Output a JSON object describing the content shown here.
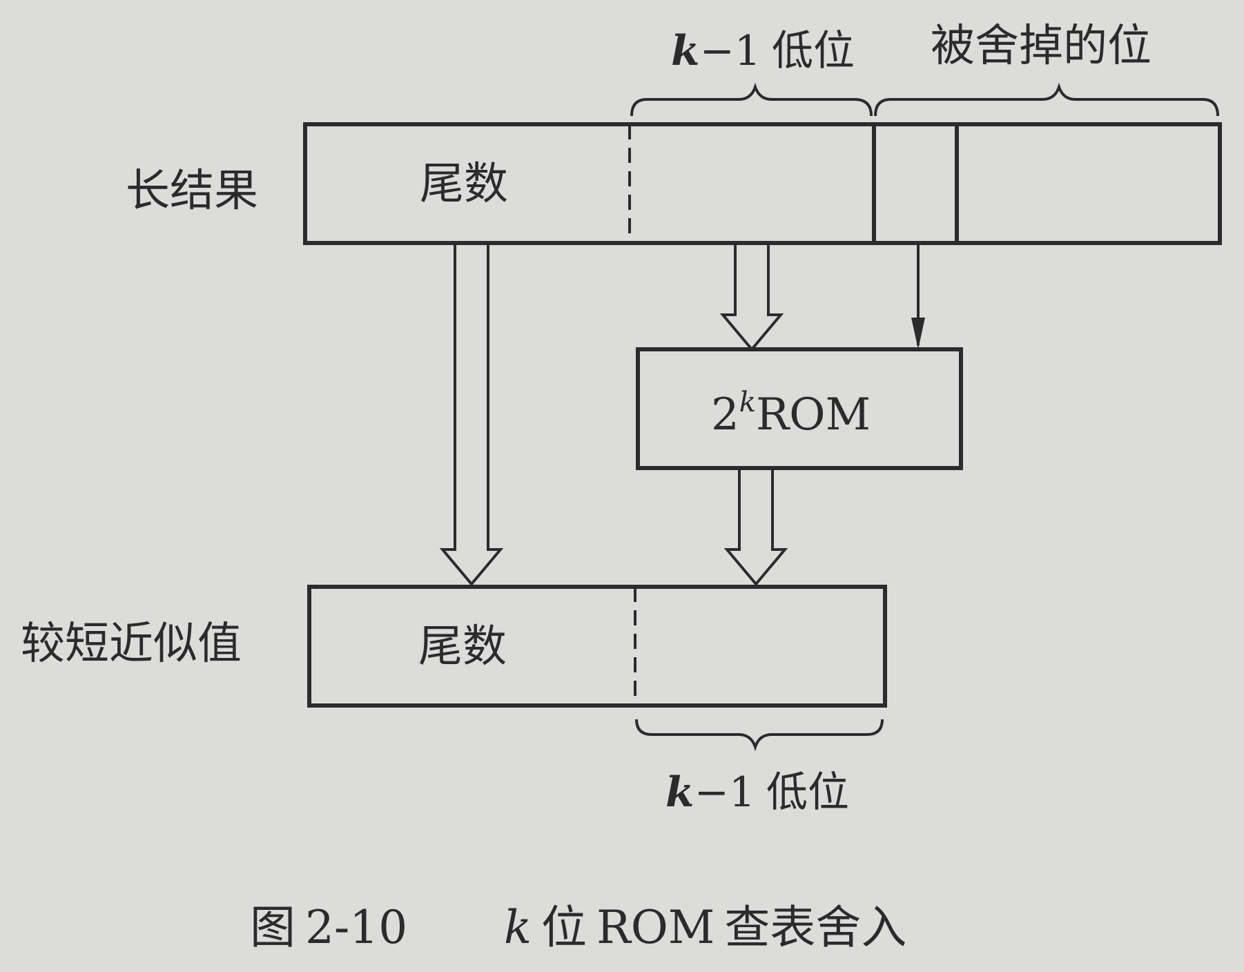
{
  "labels": {
    "long_result": "长结果",
    "shorter_approx": "较短近似值",
    "mantissa_top": "尾数",
    "mantissa_bottom": "尾数",
    "k_minus_1_top": "k−1 低位",
    "discarded_bits": "被舍掉的位",
    "k_minus_1_bottom": "k−1 低位",
    "rom_box": "2ᵏROM"
  },
  "caption": {
    "figure_no": "图 2-10",
    "text": "k 位 ROM 查表舍入"
  },
  "colors": {
    "background": "#dcdddb",
    "ink": "#2b2b2b"
  }
}
